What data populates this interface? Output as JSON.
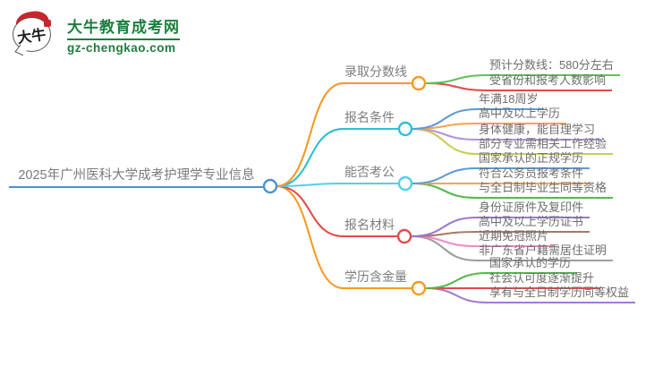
{
  "logo": {
    "icon_text": "大牛",
    "site_name": "大牛教育成考网",
    "site_url": "gz-chengkao.com",
    "brand_green": "#1e7e3e",
    "brand_red": "#c9252c"
  },
  "mindmap": {
    "root": {
      "title": "2025年广州医科大学成考护理学专业信息",
      "color": "#4a90d2"
    },
    "branches": [
      {
        "label": "录取分数线",
        "color": "#f59a23",
        "children": [
          {
            "text": "预计分数线：580分左右",
            "color": "#62c05a"
          },
          {
            "text": "受省份和报考人数影响",
            "color": "#e04b4b"
          }
        ]
      },
      {
        "label": "报名条件",
        "color": "#2bc0d4",
        "children": [
          {
            "text": "年满18周岁",
            "color": "#5b9bd5"
          },
          {
            "text": "高中及以上学历",
            "color": "#f5a54b"
          },
          {
            "text": "身体健康，能自理学习",
            "color": "#b293d8"
          },
          {
            "text": "部分专业需相关工作经验",
            "color": "#c9ce52"
          }
        ]
      },
      {
        "label": "能否考公",
        "color": "#4fd2e0",
        "children": [
          {
            "text": "国家承认的正规学历",
            "color": "#5b9bd5"
          },
          {
            "text": "符合公务员报考条件",
            "color": "#f5a54b"
          },
          {
            "text": "与全日制毕业生同等资格",
            "color": "#55b94a"
          }
        ]
      },
      {
        "label": "报名材料",
        "color": "#e04b4b",
        "children": [
          {
            "text": "身份证原件及复印件",
            "color": "#9b78d2"
          },
          {
            "text": "高中及以上学历证书",
            "color": "#a57b63"
          },
          {
            "text": "近期免冠照片",
            "color": "#ef8cc8"
          },
          {
            "text": "非广东省户籍需居住证明",
            "color": "#9e9e9e"
          }
        ]
      },
      {
        "label": "学历含金量",
        "color": "#f59a23",
        "children": [
          {
            "text": "国家承认的学历",
            "color": "#55b94a"
          },
          {
            "text": "社会认可度逐渐提升",
            "color": "#e04b4b"
          },
          {
            "text": "享有与全日制学历同等权益",
            "color": "#a678d2"
          }
        ]
      }
    ]
  }
}
